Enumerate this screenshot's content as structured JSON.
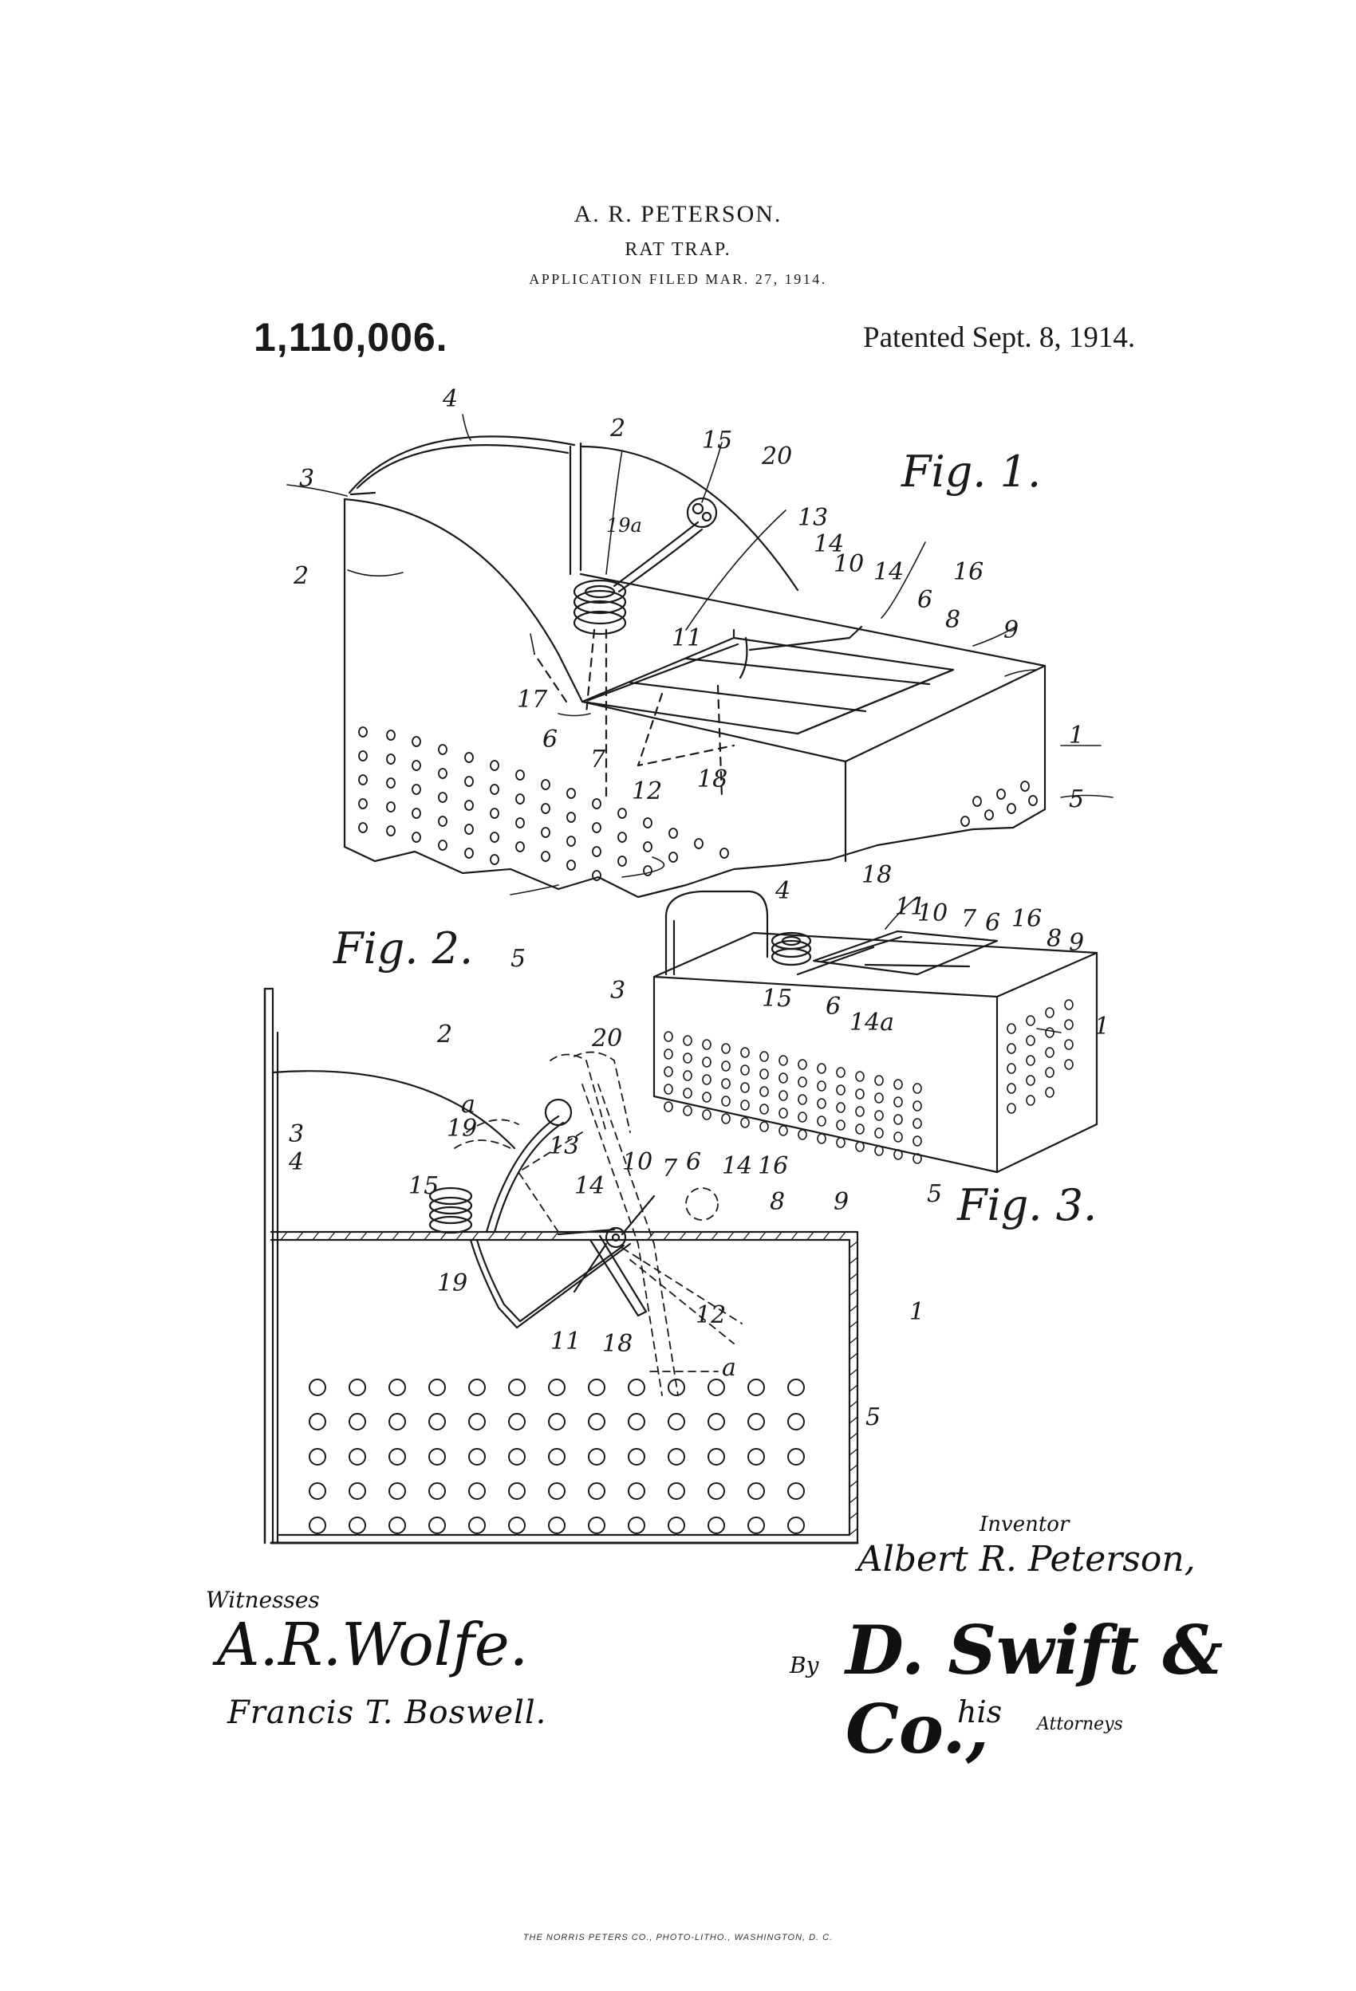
{
  "header": {
    "inventor": "A. R. PETERSON.",
    "title": "RAT TRAP.",
    "application": "APPLICATION FILED MAR. 27, 1914."
  },
  "patent_number": "1,110,006.",
  "patented_date": "Patented Sept. 8, 1914.",
  "figures": {
    "fig1": "Fig. 1.",
    "fig2": "Fig. 2.",
    "fig3": "Fig. 3."
  },
  "signatures": {
    "inventor_caption": "Inventor",
    "inventor_name": "Albert R. Peterson,",
    "witnesses_caption": "Witnesses",
    "witness_1": "A.R.Wolfe.",
    "witness_2": "Francis T. Boswell.",
    "by_caption": "By",
    "attorney": "D. Swift & Co.,",
    "attorneys_caption": "Attorneys",
    "his": "his"
  },
  "footer_text": "THE NORRIS PETERS CO., PHOTO-LITHO., WASHINGTON, D. C.",
  "reference_numerals": {
    "fig1": [
      "4",
      "3",
      "2",
      "15",
      "20",
      "19a",
      "13",
      "14",
      "10",
      "14",
      "16",
      "6",
      "8",
      "9",
      "11",
      "2",
      "17",
      "6",
      "7",
      "12",
      "18",
      "1",
      "5",
      "5"
    ],
    "fig3": [
      "4",
      "18",
      "11",
      "10",
      "7",
      "6",
      "16",
      "8",
      "9",
      "3",
      "15",
      "6",
      "14a",
      "1",
      "5"
    ],
    "fig2": [
      "2",
      "20",
      "a",
      "19",
      "3",
      "4",
      "15",
      "13",
      "14",
      "10",
      "7",
      "6",
      "14",
      "16",
      "8",
      "9",
      "19",
      "11",
      "18",
      "12",
      "a",
      "1",
      "5"
    ]
  }
}
